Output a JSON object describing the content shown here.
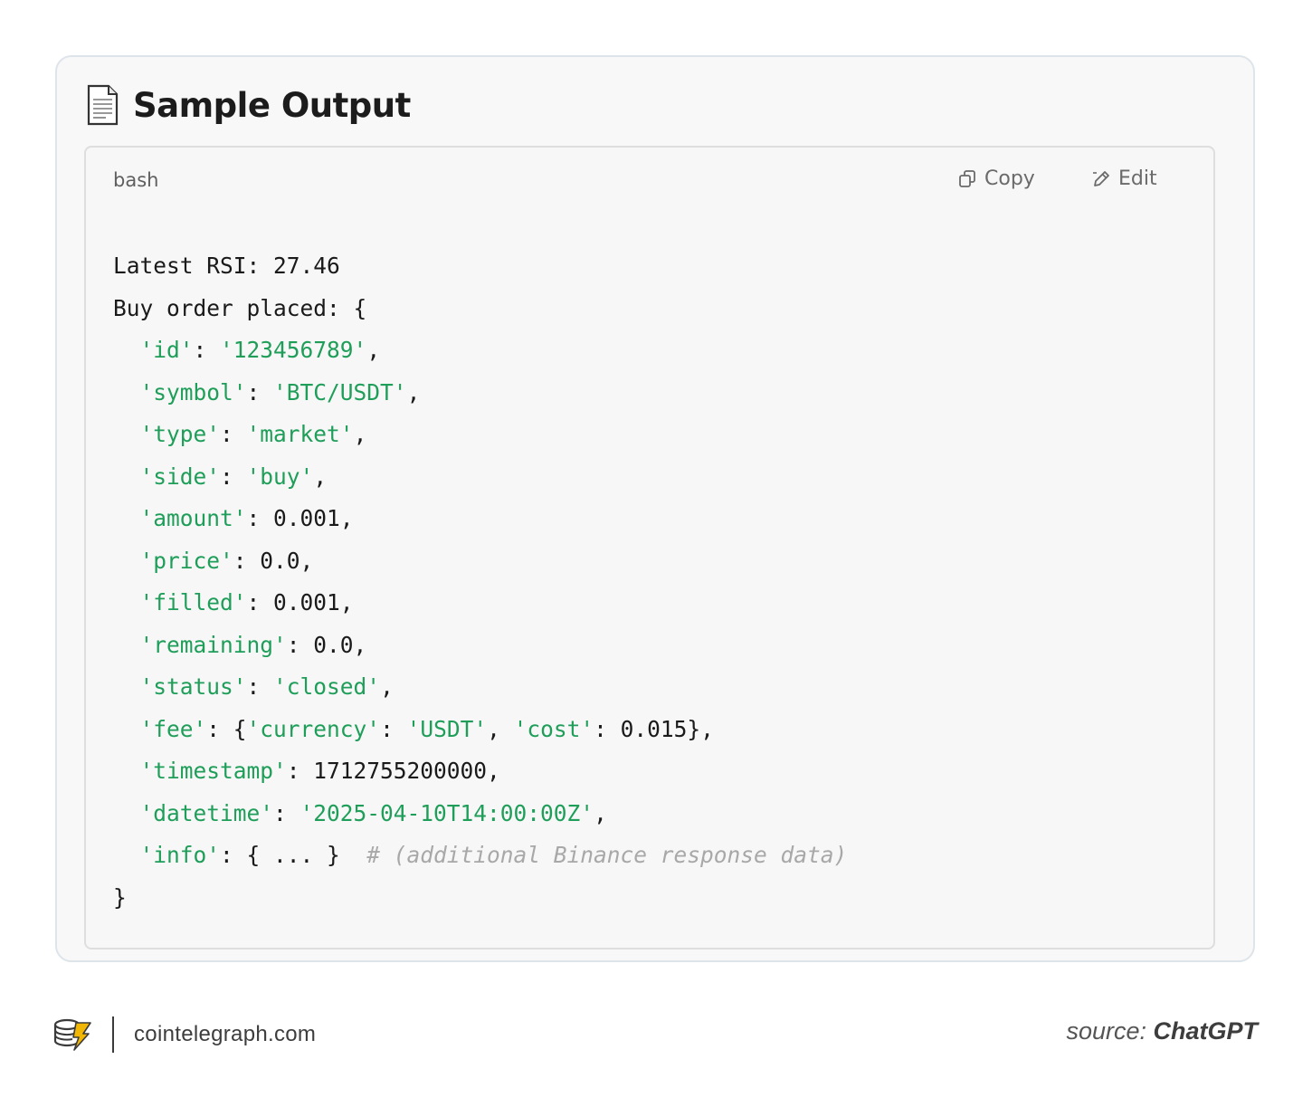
{
  "card": {
    "title": "Sample Output"
  },
  "code_block": {
    "language": "bash",
    "copy_label": "Copy",
    "edit_label": "Edit",
    "lines": [
      [
        {
          "t": "Latest RSI: 27.46",
          "c": ""
        }
      ],
      [
        {
          "t": "Buy order placed: {",
          "c": ""
        }
      ],
      [
        {
          "t": "  ",
          "c": ""
        },
        {
          "t": "'id'",
          "c": "str"
        },
        {
          "t": ": ",
          "c": ""
        },
        {
          "t": "'123456789'",
          "c": "str"
        },
        {
          "t": ",",
          "c": ""
        }
      ],
      [
        {
          "t": "  ",
          "c": ""
        },
        {
          "t": "'symbol'",
          "c": "str"
        },
        {
          "t": ": ",
          "c": ""
        },
        {
          "t": "'BTC/USDT'",
          "c": "str"
        },
        {
          "t": ",",
          "c": ""
        }
      ],
      [
        {
          "t": "  ",
          "c": ""
        },
        {
          "t": "'type'",
          "c": "str"
        },
        {
          "t": ": ",
          "c": ""
        },
        {
          "t": "'market'",
          "c": "str"
        },
        {
          "t": ",",
          "c": ""
        }
      ],
      [
        {
          "t": "  ",
          "c": ""
        },
        {
          "t": "'side'",
          "c": "str"
        },
        {
          "t": ": ",
          "c": ""
        },
        {
          "t": "'buy'",
          "c": "str"
        },
        {
          "t": ",",
          "c": ""
        }
      ],
      [
        {
          "t": "  ",
          "c": ""
        },
        {
          "t": "'amount'",
          "c": "str"
        },
        {
          "t": ": 0.001,",
          "c": ""
        }
      ],
      [
        {
          "t": "  ",
          "c": ""
        },
        {
          "t": "'price'",
          "c": "str"
        },
        {
          "t": ": 0.0,",
          "c": ""
        }
      ],
      [
        {
          "t": "  ",
          "c": ""
        },
        {
          "t": "'filled'",
          "c": "str"
        },
        {
          "t": ": 0.001,",
          "c": ""
        }
      ],
      [
        {
          "t": "  ",
          "c": ""
        },
        {
          "t": "'remaining'",
          "c": "str"
        },
        {
          "t": ": 0.0,",
          "c": ""
        }
      ],
      [
        {
          "t": "  ",
          "c": ""
        },
        {
          "t": "'status'",
          "c": "str"
        },
        {
          "t": ": ",
          "c": ""
        },
        {
          "t": "'closed'",
          "c": "str"
        },
        {
          "t": ",",
          "c": ""
        }
      ],
      [
        {
          "t": "  ",
          "c": ""
        },
        {
          "t": "'fee'",
          "c": "str"
        },
        {
          "t": ": {",
          "c": ""
        },
        {
          "t": "'currency'",
          "c": "str"
        },
        {
          "t": ": ",
          "c": ""
        },
        {
          "t": "'USDT'",
          "c": "str"
        },
        {
          "t": ", ",
          "c": ""
        },
        {
          "t": "'cost'",
          "c": "str"
        },
        {
          "t": ": 0.015},",
          "c": ""
        }
      ],
      [
        {
          "t": "  ",
          "c": ""
        },
        {
          "t": "'timestamp'",
          "c": "str"
        },
        {
          "t": ": 1712755200000,",
          "c": ""
        }
      ],
      [
        {
          "t": "  ",
          "c": ""
        },
        {
          "t": "'datetime'",
          "c": "str"
        },
        {
          "t": ": ",
          "c": ""
        },
        {
          "t": "'2025-04-10T14:00:00Z'",
          "c": "str"
        },
        {
          "t": ",",
          "c": ""
        }
      ],
      [
        {
          "t": "  ",
          "c": ""
        },
        {
          "t": "'info'",
          "c": "str"
        },
        {
          "t": ": { ... }  ",
          "c": ""
        },
        {
          "t": "# (additional Binance response data)",
          "c": "cmt"
        }
      ],
      [
        {
          "t": "}",
          "c": ""
        }
      ]
    ]
  },
  "footer": {
    "brand": "cointelegraph.com",
    "source_prefix": "source: ",
    "source_name": "ChatGPT"
  },
  "colors": {
    "string": "#1f9e5a",
    "comment": "#a8a8a8",
    "text": "#1a1a1a",
    "logo_accent": "#f2b705"
  },
  "icons": {
    "title": "document-icon",
    "copy": "copy-icon",
    "edit": "pencil-icon",
    "brand": "cointelegraph-logo-icon"
  }
}
